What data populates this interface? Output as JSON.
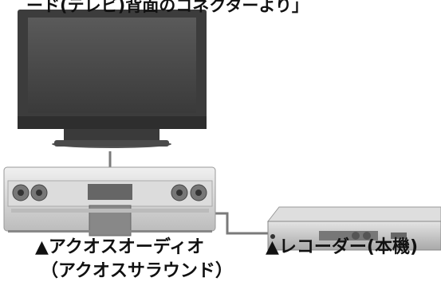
{
  "captions": {
    "top": "ード(テレビ)背面のコネクターより」",
    "audio_line1": "▲アクオスオーディオ",
    "audio_line2": "（アクオスサラウンド）",
    "recorder": "▲レコーダー(本機)"
  },
  "devices": [
    {
      "id": "tv",
      "icon": "flat-panel-tv"
    },
    {
      "id": "audio",
      "icon": "tv-rack-speaker-system"
    },
    {
      "id": "recorder",
      "icon": "disc-recorder"
    }
  ],
  "connections": [
    {
      "from": "tv",
      "to": "audio"
    },
    {
      "from": "audio",
      "to": "recorder"
    }
  ],
  "colors": {
    "tv_frame": "#3c3c3c",
    "tv_screen": "#4b4b4b",
    "rack_body": "#d2d2d2",
    "cable": "#7a7a7a",
    "recorder_body": "#c8c8c8"
  }
}
